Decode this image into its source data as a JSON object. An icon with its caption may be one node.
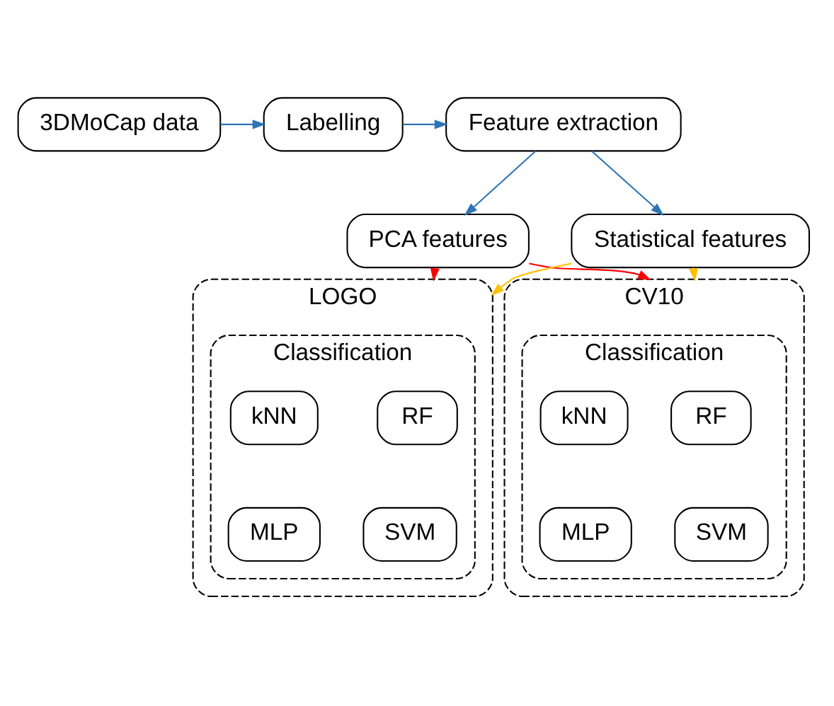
{
  "diagram": {
    "nodes": [
      {
        "text": [
          "3DMoCap data"
        ]
      },
      {
        "text": [
          "Labelling"
        ]
      },
      {
        "text": [
          "Feature extraction"
        ]
      },
      {
        "text": [
          "PCA features"
        ]
      },
      {
        "text": [
          "Statistical features"
        ]
      },
      {
        "text": [
          "LOGO"
        ]
      },
      {
        "text": [
          "Classification"
        ],
        "in": 5
      },
      {
        "text": [
          "RF"
        ],
        "in": 6
      },
      {
        "text": [
          "kNN"
        ],
        "in": 6
      },
      {
        "text": [
          "SVM"
        ],
        "in": 6
      },
      {
        "text": [
          "MLP"
        ],
        "in": 6
      },
      {
        "text": [
          "CV10"
        ]
      },
      {
        "text": [
          "Classification"
        ],
        "in": 11
      },
      {
        "text": [
          "RF"
        ],
        "in": 12
      },
      {
        "text": [
          "kNN"
        ],
        "in": 12
      },
      {
        "text": [
          "SVM"
        ],
        "in": 12
      },
      {
        "text": [
          "MLP"
        ],
        "in": 12
      }
    ],
    "edges": [
      {
        "from": 0,
        "to": 1,
        "arrow": "to"
      },
      {
        "from": 1,
        "to": 2,
        "arrow": "to"
      },
      {
        "from": 2,
        "to": 3,
        "arrow": "to"
      },
      {
        "from": 2,
        "to": 4,
        "arrow": "to"
      },
      {
        "from": 3,
        "to": 5,
        "arrow": "to",
        "color": "#ff0000"
      },
      {
        "from": 3,
        "to": 11,
        "arrow": "to",
        "color": "#ff0000"
      },
      {
        "from": 4,
        "to": 5,
        "arrow": "to",
        "color": "#ffc000"
      },
      {
        "from": 4,
        "to": 11,
        "arrow": "to",
        "color": "#ffc000"
      }
    ]
  }
}
